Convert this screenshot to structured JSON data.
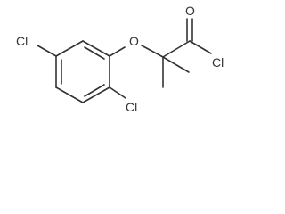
{
  "structure": {
    "atoms": {
      "cl_left": "Cl",
      "cl_bottom": "Cl",
      "ether_oxygen": "O",
      "carbonyl_oxygen": "O",
      "acyl_chlorine": "Cl"
    },
    "colors": {
      "ink": "#333333",
      "background": "#ffffff"
    }
  }
}
